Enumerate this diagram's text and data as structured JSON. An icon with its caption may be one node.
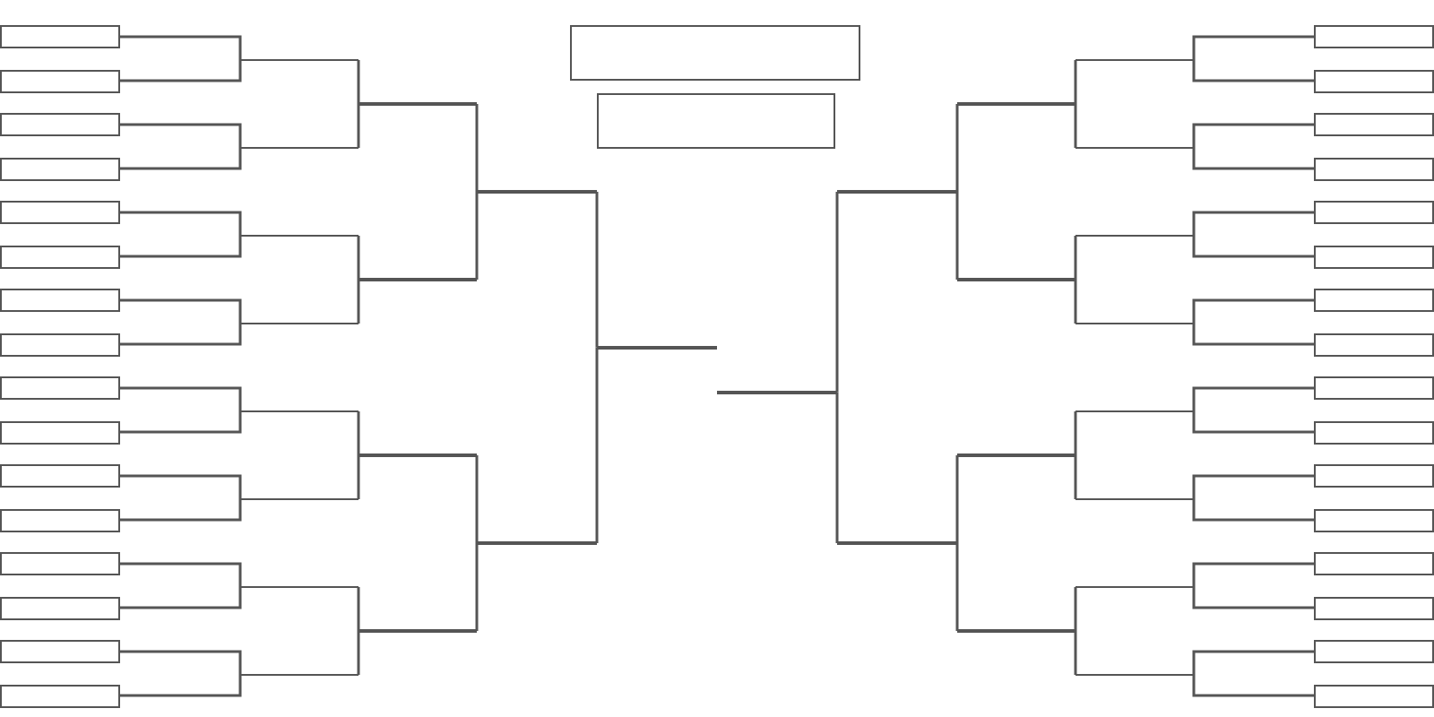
{
  "diagram": {
    "nodes": [
      {
        "text": [],
        "shape": "box"
      },
      {
        "text": [],
        "shape": "box"
      },
      {
        "text": [],
        "shape": "box"
      },
      {
        "text": [],
        "shape": "box"
      },
      {
        "text": [],
        "shape": "box"
      },
      {
        "text": [],
        "shape": "box"
      },
      {
        "text": [],
        "shape": "box"
      },
      {
        "text": [],
        "shape": "box"
      },
      {
        "text": [],
        "shape": "box"
      },
      {
        "text": [],
        "shape": "box"
      },
      {
        "text": [],
        "shape": "box"
      },
      {
        "text": [],
        "shape": "box"
      },
      {
        "text": [],
        "shape": "box"
      },
      {
        "text": [],
        "shape": "box"
      },
      {
        "text": [],
        "shape": "box"
      },
      {
        "text": [],
        "shape": "box"
      },
      {
        "text": [],
        "shape": "bar"
      },
      {
        "text": [],
        "shape": "bar"
      },
      {
        "text": [],
        "shape": "bar"
      },
      {
        "text": [],
        "shape": "bar"
      },
      {
        "text": [],
        "shape": "bar"
      },
      {
        "text": [],
        "shape": "bar"
      },
      {
        "text": [],
        "shape": "bar"
      },
      {
        "text": [],
        "shape": "bar"
      },
      {
        "text": [],
        "shape": "bar"
      },
      {
        "text": [],
        "shape": "bar"
      },
      {
        "text": [],
        "shape": "bar"
      },
      {
        "text": [],
        "shape": "bar"
      },
      {
        "text": [],
        "shape": "bar"
      },
      {
        "text": [],
        "shape": "bar"
      },
      {
        "text": [],
        "shape": "bar"
      },
      {
        "text": [],
        "shape": "box"
      },
      {
        "text": [],
        "shape": "box"
      },
      {
        "text": [],
        "shape": "bar"
      },
      {
        "text": [],
        "shape": "bar"
      },
      {
        "text": [],
        "shape": "bar"
      },
      {
        "text": [],
        "shape": "bar"
      },
      {
        "text": [],
        "shape": "bar"
      },
      {
        "text": [],
        "shape": "bar"
      },
      {
        "text": [],
        "shape": "bar"
      },
      {
        "text": [],
        "shape": "bar"
      },
      {
        "text": [],
        "shape": "bar"
      },
      {
        "text": [],
        "shape": "bar"
      },
      {
        "text": [],
        "shape": "bar"
      },
      {
        "text": [],
        "shape": "bar"
      },
      {
        "text": [],
        "shape": "bar"
      },
      {
        "text": [],
        "shape": "bar"
      },
      {
        "text": [],
        "shape": "bar"
      },
      {
        "text": [],
        "shape": "box"
      },
      {
        "text": [],
        "shape": "box"
      },
      {
        "text": [],
        "shape": "box"
      },
      {
        "text": [],
        "shape": "box"
      },
      {
        "text": [],
        "shape": "box"
      },
      {
        "text": [],
        "shape": "box"
      },
      {
        "text": [],
        "shape": "box"
      },
      {
        "text": [],
        "shape": "box"
      },
      {
        "text": [],
        "shape": "box"
      },
      {
        "text": [],
        "shape": "box"
      },
      {
        "text": [],
        "shape": "box"
      },
      {
        "text": [],
        "shape": "box"
      },
      {
        "text": [],
        "shape": "box"
      },
      {
        "text": [],
        "shape": "box"
      },
      {
        "text": [],
        "shape": "box"
      },
      {
        "text": [],
        "shape": "box"
      }
    ],
    "edges": [
      {
        "from": 0,
        "to": 16,
        "arrow": "none"
      },
      {
        "from": 1,
        "to": 16,
        "arrow": "none"
      },
      {
        "from": 2,
        "to": 17,
        "arrow": "none"
      },
      {
        "from": 3,
        "to": 17,
        "arrow": "none"
      },
      {
        "from": 4,
        "to": 18,
        "arrow": "none"
      },
      {
        "from": 5,
        "to": 18,
        "arrow": "none"
      },
      {
        "from": 6,
        "to": 19,
        "arrow": "none"
      },
      {
        "from": 7,
        "to": 19,
        "arrow": "none"
      },
      {
        "from": 8,
        "to": 20,
        "arrow": "none"
      },
      {
        "from": 9,
        "to": 20,
        "arrow": "none"
      },
      {
        "from": 10,
        "to": 21,
        "arrow": "none"
      },
      {
        "from": 11,
        "to": 21,
        "arrow": "none"
      },
      {
        "from": 12,
        "to": 22,
        "arrow": "none"
      },
      {
        "from": 13,
        "to": 22,
        "arrow": "none"
      },
      {
        "from": 14,
        "to": 23,
        "arrow": "none"
      },
      {
        "from": 15,
        "to": 23,
        "arrow": "none"
      },
      {
        "from": 16,
        "to": 24,
        "arrow": "none"
      },
      {
        "from": 17,
        "to": 24,
        "arrow": "none"
      },
      {
        "from": 18,
        "to": 25,
        "arrow": "none"
      },
      {
        "from": 19,
        "to": 25,
        "arrow": "none"
      },
      {
        "from": 20,
        "to": 26,
        "arrow": "none"
      },
      {
        "from": 21,
        "to": 26,
        "arrow": "none"
      },
      {
        "from": 22,
        "to": 27,
        "arrow": "none"
      },
      {
        "from": 23,
        "to": 27,
        "arrow": "none"
      },
      {
        "from": 24,
        "to": 28,
        "arrow": "none"
      },
      {
        "from": 25,
        "to": 28,
        "arrow": "none"
      },
      {
        "from": 26,
        "to": 29,
        "arrow": "none"
      },
      {
        "from": 27,
        "to": 29,
        "arrow": "none"
      },
      {
        "from": 28,
        "to": 30,
        "arrow": "none"
      },
      {
        "from": 29,
        "to": 30,
        "arrow": "none"
      },
      {
        "from": 48,
        "to": 40,
        "arrow": "none"
      },
      {
        "from": 49,
        "to": 40,
        "arrow": "none"
      },
      {
        "from": 50,
        "to": 41,
        "arrow": "none"
      },
      {
        "from": 51,
        "to": 41,
        "arrow": "none"
      },
      {
        "from": 52,
        "to": 42,
        "arrow": "none"
      },
      {
        "from": 53,
        "to": 42,
        "arrow": "none"
      },
      {
        "from": 54,
        "to": 43,
        "arrow": "none"
      },
      {
        "from": 55,
        "to": 43,
        "arrow": "none"
      },
      {
        "from": 56,
        "to": 44,
        "arrow": "none"
      },
      {
        "from": 57,
        "to": 44,
        "arrow": "none"
      },
      {
        "from": 58,
        "to": 45,
        "arrow": "none"
      },
      {
        "from": 59,
        "to": 45,
        "arrow": "none"
      },
      {
        "from": 60,
        "to": 46,
        "arrow": "none"
      },
      {
        "from": 61,
        "to": 46,
        "arrow": "none"
      },
      {
        "from": 62,
        "to": 47,
        "arrow": "none"
      },
      {
        "from": 63,
        "to": 47,
        "arrow": "none"
      },
      {
        "from": 40,
        "to": 36,
        "arrow": "none"
      },
      {
        "from": 41,
        "to": 36,
        "arrow": "none"
      },
      {
        "from": 42,
        "to": 37,
        "arrow": "none"
      },
      {
        "from": 43,
        "to": 37,
        "arrow": "none"
      },
      {
        "from": 44,
        "to": 38,
        "arrow": "none"
      },
      {
        "from": 45,
        "to": 38,
        "arrow": "none"
      },
      {
        "from": 46,
        "to": 39,
        "arrow": "none"
      },
      {
        "from": 47,
        "to": 39,
        "arrow": "none"
      },
      {
        "from": 36,
        "to": 34,
        "arrow": "none"
      },
      {
        "from": 37,
        "to": 34,
        "arrow": "none"
      },
      {
        "from": 38,
        "to": 35,
        "arrow": "none"
      },
      {
        "from": 39,
        "to": 35,
        "arrow": "none"
      },
      {
        "from": 34,
        "to": 33,
        "arrow": "none"
      },
      {
        "from": 35,
        "to": 33,
        "arrow": "none"
      }
    ]
  }
}
